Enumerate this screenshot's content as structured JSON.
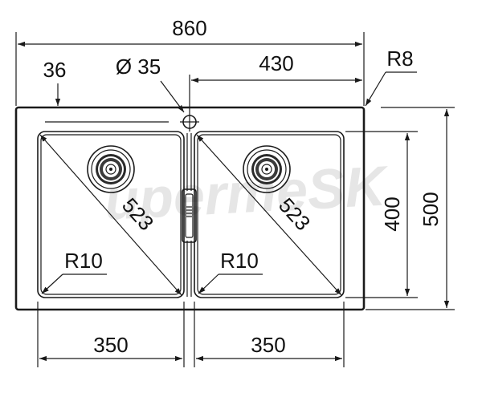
{
  "dimensions": {
    "overall_width": "860",
    "tap_hole_offset": "36",
    "tap_hole_diameter": "Ø 35",
    "half_width": "430",
    "corner_radius_outer": "R8",
    "bowl_depth": "400",
    "overall_depth": "500",
    "bowl_left_diagonal": "523",
    "bowl_right_diagonal": "523",
    "bowl_left_radius": "R10",
    "bowl_right_radius": "R10",
    "bowl_left_width": "350",
    "bowl_right_width": "350"
  },
  "watermark": "upermeSK",
  "colors": {
    "line": "#1a1a1a",
    "watermark": "#e6e6e6",
    "background": "#ffffff"
  }
}
